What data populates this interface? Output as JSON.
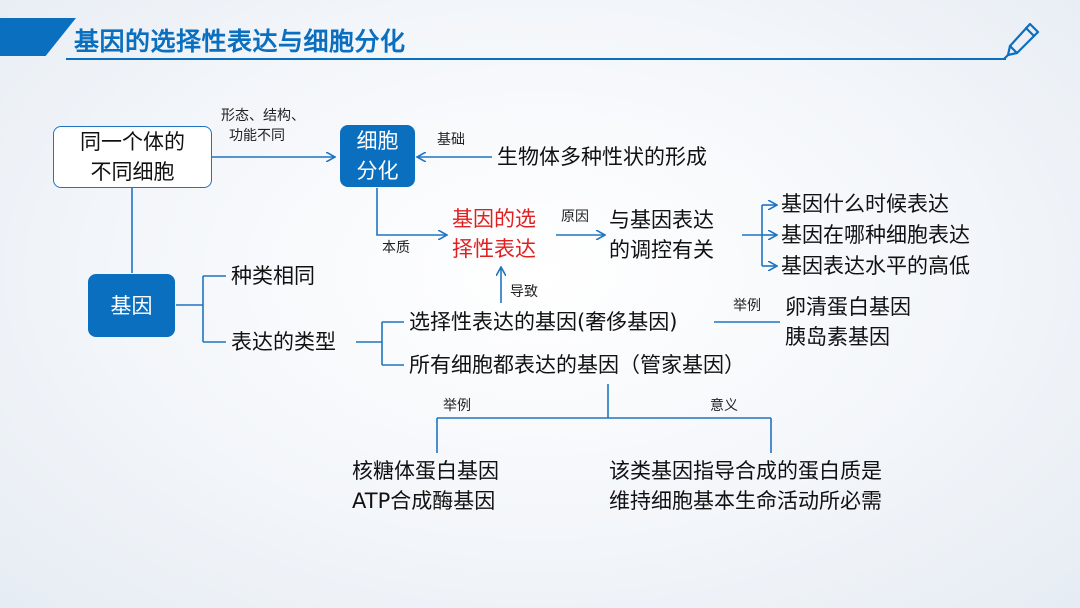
{
  "title": "基因的选择性表达与细胞分化",
  "icons": {
    "pen": "pen-icon"
  },
  "colors": {
    "accent": "#0b6fc0",
    "highlight": "#e02020"
  },
  "nodes": {
    "cells": [
      "同一个体的",
      "不同细胞"
    ],
    "diff_label": [
      "形态、结构、",
      "功能不同"
    ],
    "differentiation": [
      "细胞",
      "分化"
    ],
    "basis_label": "基础",
    "traits": "生物体多种性状的形成",
    "essence_label": "本质",
    "selective": [
      "基因的选",
      "择性表达"
    ],
    "reason_label": "原因",
    "regulation": [
      "与基因表达",
      "的调控有关"
    ],
    "when": "基因什么时候表达",
    "where": "基因在哪种细胞表达",
    "level": "基因表达水平的高低",
    "lead_label": "导致",
    "gene": "基因",
    "same_kind": "种类相同",
    "expr_type": "表达的类型",
    "luxury": "选择性表达的基因(奢侈基因)",
    "example_label_1": "举例",
    "luxury_examples": [
      "卵清蛋白基因",
      "胰岛素基因"
    ],
    "housekeeping": "所有细胞都表达的基因（管家基因）",
    "example_label_2": "举例",
    "meaning_label": "意义",
    "hk_examples": [
      "核糖体蛋白基因",
      "ATP合成酶基因"
    ],
    "hk_meaning": [
      "该类基因指导合成的蛋白质是",
      "维持细胞基本生命活动所必需"
    ]
  }
}
